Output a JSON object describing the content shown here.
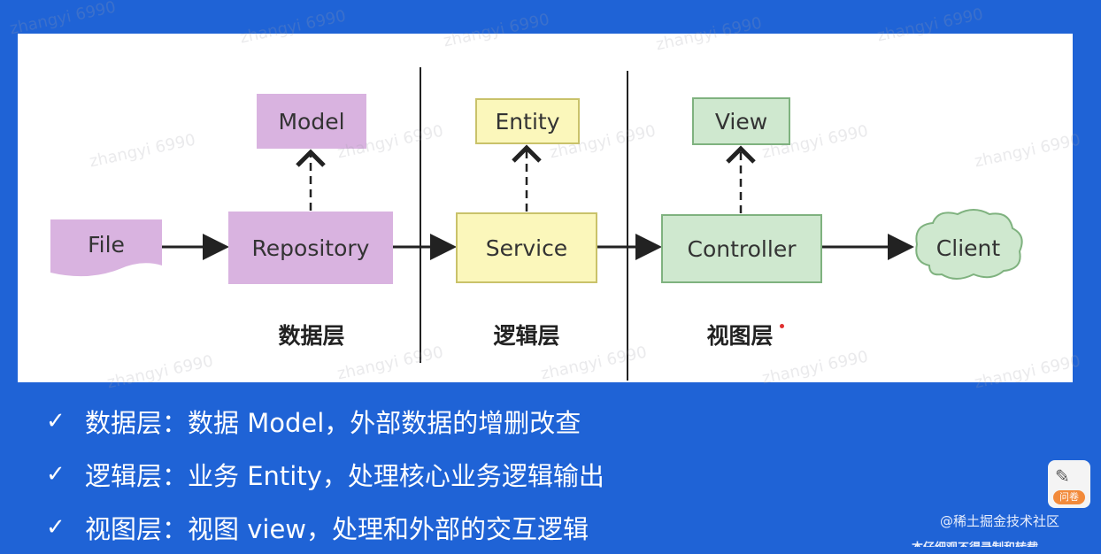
{
  "diagram": {
    "nodes": {
      "model": "Model",
      "entity": "Entity",
      "view": "View",
      "file": "File",
      "repository": "Repository",
      "service": "Service",
      "controller": "Controller",
      "client": "Client"
    },
    "layers": [
      "数据层",
      "逻辑层",
      "视图层"
    ]
  },
  "bullets": [
    "数据层：数据 Model，外部数据的增删改查",
    "逻辑层：业务 Entity，处理核心业务逻辑输出",
    "视图层：视图 view，处理和外部的交互逻辑"
  ],
  "watermark_text": "zhangyi 6990",
  "footer": {
    "source": "@稀土掘金技术社区",
    "survey_badge": "问卷",
    "bottom_text": "本仔细观不得录制和转载"
  },
  "colors": {
    "background": "#1f63d6",
    "data_layer": "#d9b3e0",
    "logic_layer": "#fbf7bb",
    "view_layer": "#cfe8cf"
  },
  "icons": [
    "checkmark-icon",
    "survey-icon"
  ]
}
